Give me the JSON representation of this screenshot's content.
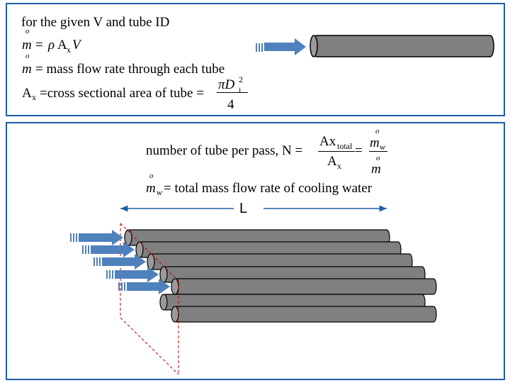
{
  "top": {
    "line1": "for the given V and tube ID",
    "eq1": {
      "lhs": "m",
      "eq": "=",
      "rho": "ρ",
      "A": "A",
      "sub": "x",
      "V": "V"
    },
    "line3": {
      "m": "m",
      "text": "= mass flow rate through each tube"
    },
    "line4": {
      "A": "A",
      "sub": "x",
      "text": "=cross sectional area of tube =",
      "num": "πD",
      "num_sub": "i",
      "num_sup": "2",
      "den": "4"
    }
  },
  "bottom": {
    "eq_n": {
      "text": "number of tube per pass, N =",
      "num": "Ax",
      "num_sub": "total",
      "den": "A",
      "den_sub": "x",
      "eq": "=",
      "num2": "m",
      "num2_sub": "w",
      "den2": "m"
    },
    "eq_mw": {
      "m": "m",
      "sub": "w",
      "text": "= total mass flow rate of cooling water"
    },
    "length_label": "L"
  },
  "colors": {
    "border": "#1f5ea8",
    "arrow": "#4f81bd",
    "tube": "#808080",
    "tube_edge": "#000000",
    "dash": "#c00000"
  },
  "icons": {
    "flow_arrow": "flow-arrow-icon",
    "tube": "tube-icon"
  }
}
